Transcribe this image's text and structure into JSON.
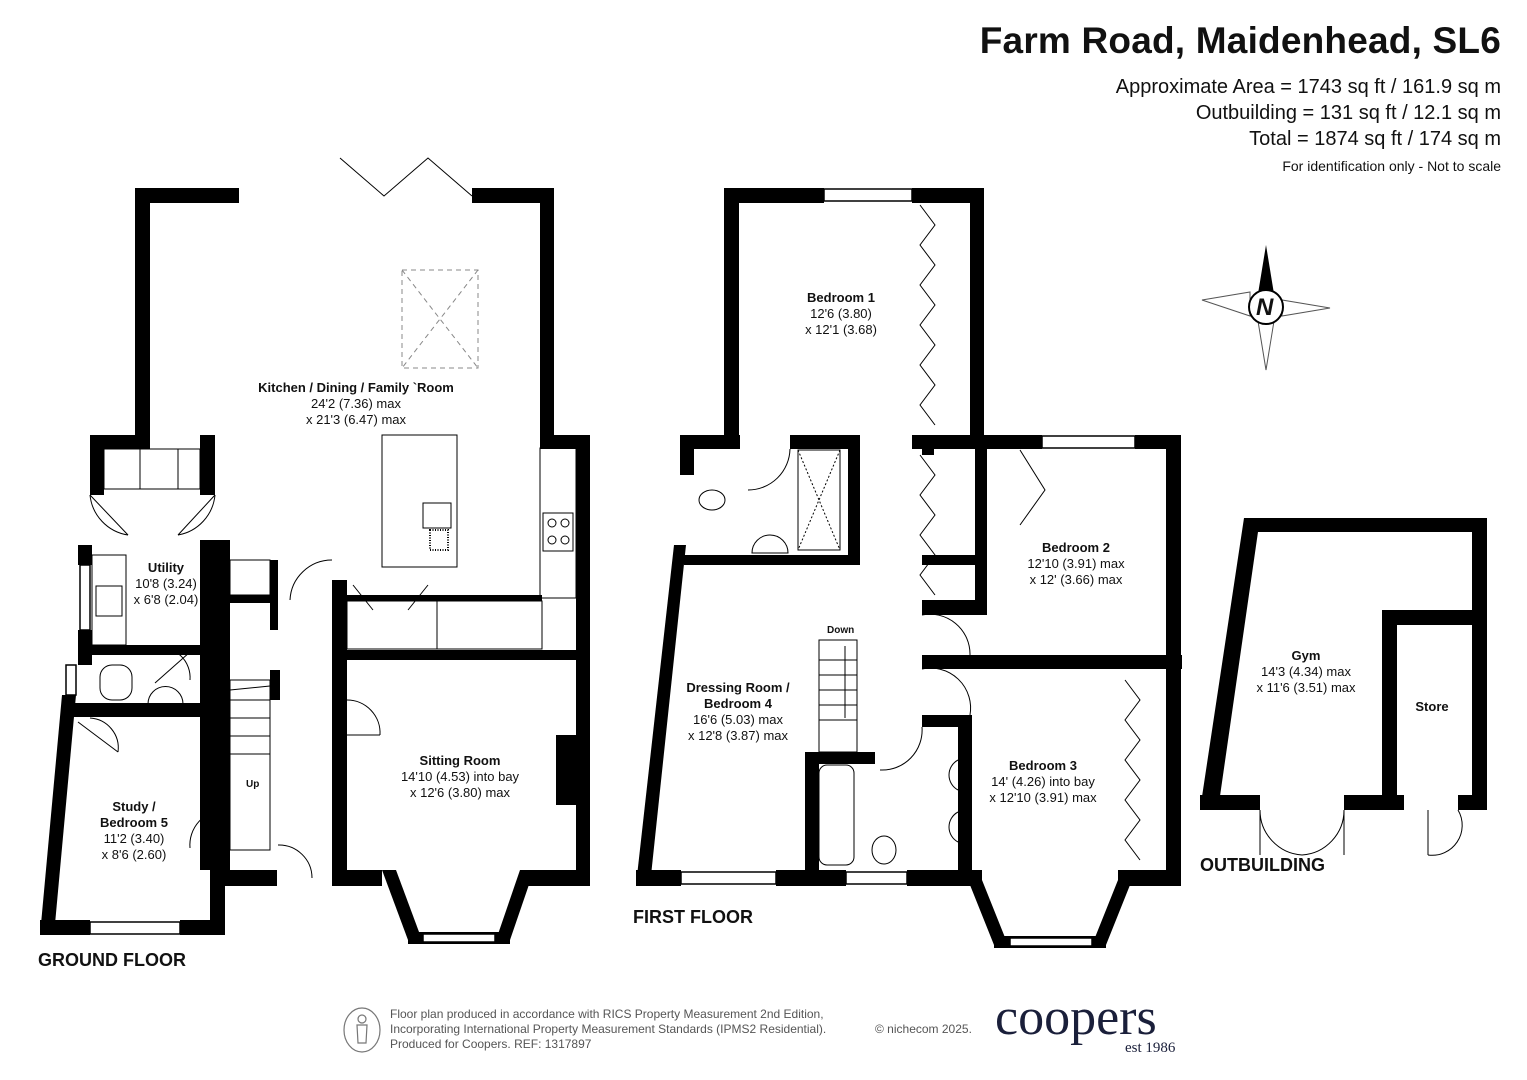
{
  "header": {
    "title": "Farm Road, Maidenhead, SL6",
    "approximate_area": "Approximate Area = 1743 sq ft / 161.9 sq m",
    "outbuilding_area": "Outbuilding = 131 sq ft / 12.1 sq m",
    "total_area": "Total = 1874 sq ft / 174 sq m",
    "disclaimer": "For identification only - Not to scale"
  },
  "compass": {
    "icon": "north-compass-icon",
    "label": "N"
  },
  "floors": {
    "ground": "GROUND FLOOR",
    "first": "FIRST FLOOR",
    "outbuilding": "OUTBUILDING"
  },
  "rooms": {
    "kitchen": {
      "name": "Kitchen / Dining / Family `Room",
      "dim1": "24'2 (7.36) max",
      "dim2": "x 21'3 (6.47) max"
    },
    "utility": {
      "name": "Utility",
      "dim1": "10'8 (3.24)",
      "dim2": "x 6'8 (2.04)"
    },
    "study": {
      "name": "Study /",
      "name2": "Bedroom 5",
      "dim1": "11'2 (3.40)",
      "dim2": "x 8'6 (2.60)"
    },
    "sitting": {
      "name": "Sitting Room",
      "dim1": "14'10 (4.53) into bay",
      "dim2": "x 12'6 (3.80) max"
    },
    "bedroom1": {
      "name": "Bedroom 1",
      "dim1": "12'6 (3.80)",
      "dim2": "x 12'1 (3.68)"
    },
    "bedroom2": {
      "name": "Bedroom 2",
      "dim1": "12'10 (3.91) max",
      "dim2": "x 12' (3.66) max"
    },
    "bedroom3": {
      "name": "Bedroom 3",
      "dim1": "14' (4.26) into bay",
      "dim2": "x 12'10 (3.91) max"
    },
    "dressing": {
      "name": "Dressing Room /",
      "name2": "Bedroom 4",
      "dim1": "16'6 (5.03) max",
      "dim2": "x 12'8 (3.87) max"
    },
    "gym": {
      "name": "Gym",
      "dim1": "14'3 (4.34) max",
      "dim2": "x 11'6 (3.51) max"
    },
    "store": {
      "name": "Store"
    }
  },
  "stairs": {
    "up": "Up",
    "down": "Down"
  },
  "footer": {
    "line1": "Floor plan produced in accordance with RICS Property Measurement 2nd Edition,",
    "line2": "Incorporating International Property Measurement Standards (IPMS2 Residential).",
    "line3": "Produced for Coopers.   REF: 1317897",
    "copyright": "© nichecom 2025.",
    "brand": "coopers",
    "brand_tagline": "est 1986",
    "brand_color": "#1a1f3a"
  }
}
